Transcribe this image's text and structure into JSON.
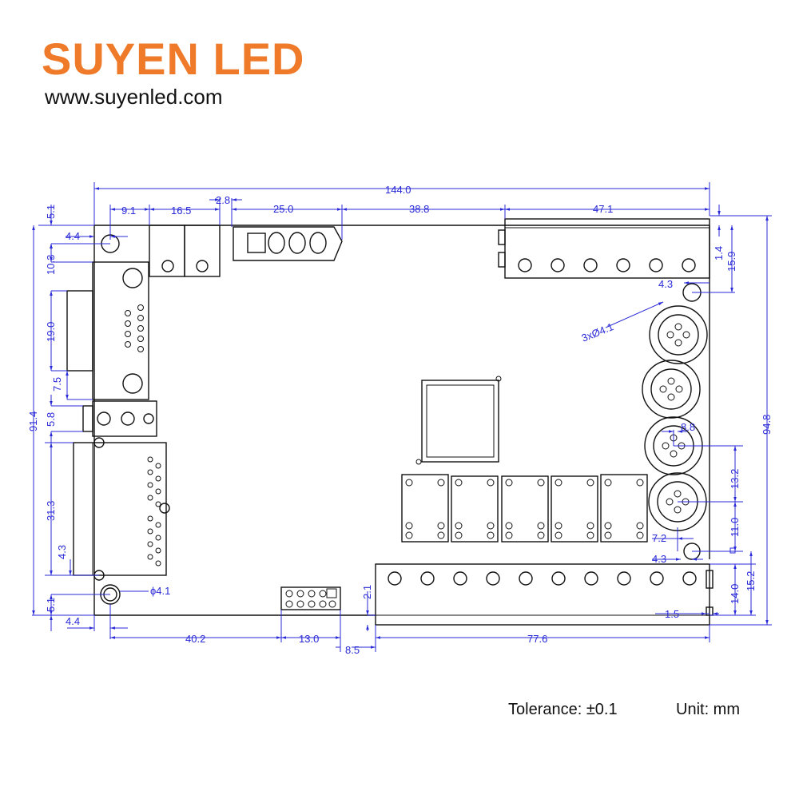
{
  "header": {
    "brand": "SUYEN LED",
    "website": "www.suyenled.com"
  },
  "footer": {
    "tolerance": "Tolerance: ±0.1",
    "unit": "Unit: mm"
  },
  "dimensions": {
    "overall_width": "144.0",
    "overall_height": "94.8",
    "left_height": "91.4",
    "top": [
      "9.1",
      "16.5",
      "2.8",
      "25.0",
      "38.8",
      "47.1"
    ],
    "left": [
      "5.1",
      "4.4",
      "10.3",
      "19.0",
      "7.5",
      "5.8",
      "31.3",
      "4.3",
      "5.1",
      "4.4"
    ],
    "right": [
      "1.4",
      "15.9",
      "4.3",
      "8.8",
      "13.2",
      "11.0",
      "7.2",
      "4.3",
      "15.2",
      "14.0",
      "1.5"
    ],
    "bottom": [
      "40.2",
      "13.0",
      "8.5",
      "77.6",
      "2.1"
    ],
    "holes_note": "3xØ4.1",
    "hole_dia": "ϕ4.1"
  },
  "colors": {
    "brand": "#ee7a2a",
    "dimension_lines": "#2a2ad8",
    "outline": "#111111"
  }
}
